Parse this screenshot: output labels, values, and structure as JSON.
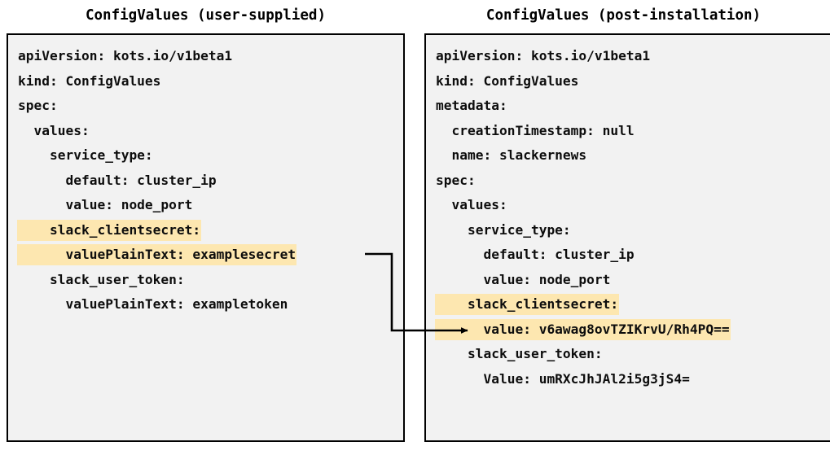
{
  "diagram": {
    "type": "two-panel-yaml-comparison",
    "background": "#ffffff",
    "highlight_color": "#fde7b0",
    "panel_background": "#f2f2f2",
    "panel_border_color": "#000000",
    "text_color": "#0d0d0d"
  },
  "left_panel": {
    "title": "ConfigValues (user-supplied)",
    "lines": [
      {
        "text": "apiVersion: kots.io/v1beta1",
        "highlight": false
      },
      {
        "text": "kind: ConfigValues",
        "highlight": false
      },
      {
        "text": "spec:",
        "highlight": false
      },
      {
        "text": "  values:",
        "highlight": false
      },
      {
        "text": "    service_type:",
        "highlight": false
      },
      {
        "text": "      default: cluster_ip",
        "highlight": false
      },
      {
        "text": "      value: node_port",
        "highlight": false
      },
      {
        "text": "    slack_clientsecret:",
        "highlight": true
      },
      {
        "text": "      valuePlainText: examplesecret",
        "highlight": true
      },
      {
        "text": "    slack_user_token:",
        "highlight": false
      },
      {
        "text": "      valuePlainText: exampletoken",
        "highlight": false
      }
    ]
  },
  "right_panel": {
    "title": "ConfigValues (post-installation)",
    "lines": [
      {
        "text": "apiVersion: kots.io/v1beta1",
        "highlight": false
      },
      {
        "text": "kind: ConfigValues",
        "highlight": false
      },
      {
        "text": "metadata:",
        "highlight": false
      },
      {
        "text": "  creationTimestamp: null",
        "highlight": false
      },
      {
        "text": "  name: slackernews",
        "highlight": false
      },
      {
        "text": "spec:",
        "highlight": false
      },
      {
        "text": "  values:",
        "highlight": false
      },
      {
        "text": "    service_type:",
        "highlight": false
      },
      {
        "text": "      default: cluster_ip",
        "highlight": false
      },
      {
        "text": "      value: node_port",
        "highlight": false
      },
      {
        "text": "    slack_clientsecret:",
        "highlight": true
      },
      {
        "text": "      value: v6awag8ovTZIKrvU/Rh4PQ==",
        "highlight": true
      },
      {
        "text": "    slack_user_token:",
        "highlight": false
      },
      {
        "text": "      Value: umRXcJhJAl2i5g3jS4=",
        "highlight": false
      }
    ]
  },
  "connector": {
    "label": "encryption-flow-arrow",
    "from": "left_panel.lines.8",
    "to": "right_panel.lines.11",
    "color": "#000000"
  }
}
